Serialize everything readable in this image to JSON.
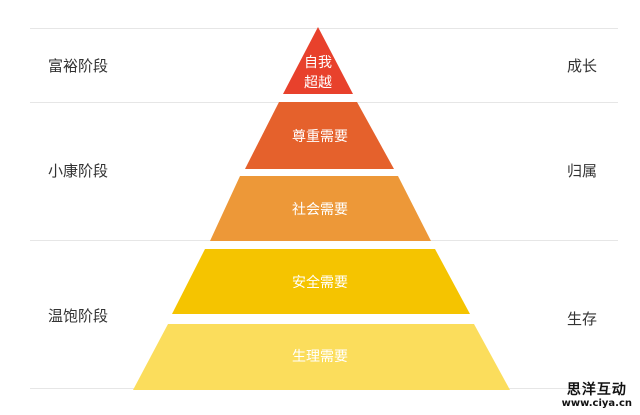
{
  "left_stages": [
    "富裕阶段",
    "小康阶段",
    "温饱阶段"
  ],
  "right_labels": [
    "成长",
    "归属",
    "生存"
  ],
  "tiers": [
    {
      "lines": [
        "自我",
        "超越"
      ],
      "color": "#e8412c"
    },
    {
      "lines": [
        "尊重需要"
      ],
      "color": "#e5612c"
    },
    {
      "lines": [
        "社会需要"
      ],
      "color": "#ed9838"
    },
    {
      "lines": [
        "安全需要"
      ],
      "color": "#f5c400"
    },
    {
      "lines": [
        "生理需要"
      ],
      "color": "#fbdd5c"
    }
  ],
  "watermark": {
    "title": "思洋互动",
    "url": "www.ciya.cn"
  }
}
